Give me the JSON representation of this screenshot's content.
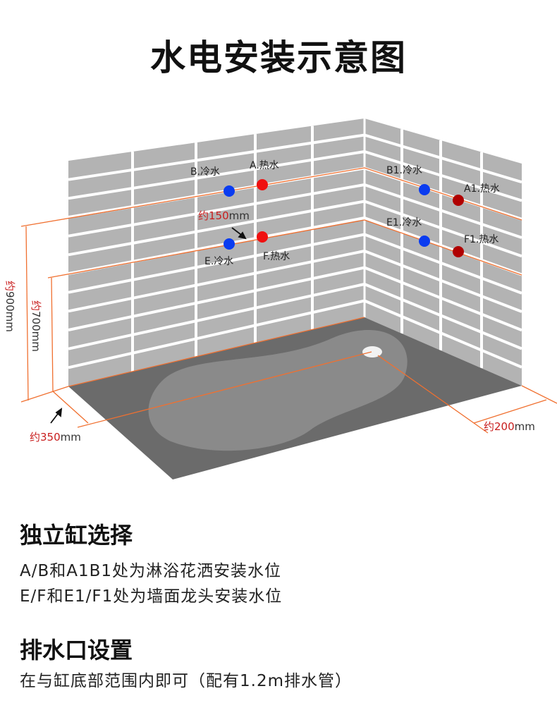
{
  "title": "水电安装示意图",
  "diagram": {
    "points": {
      "B": "B.冷水",
      "A": "A.热水",
      "E": "E.冷水",
      "F": "F.热水",
      "B1": "B1.冷水",
      "A1": "A1.热水",
      "E1": "E1.冷水",
      "F1": "F1.热水"
    },
    "dims": {
      "d150_prefix": "约150",
      "d150_unit": "mm",
      "d900_prefix": "约",
      "d900_value": "900mm",
      "d700_prefix": "约",
      "d700_value": "700mm",
      "d350_prefix": "约350",
      "d350_unit": "mm",
      "d200_prefix": "约200",
      "d200_unit": "mm"
    },
    "colors": {
      "cold": "#0a3cf0",
      "hot": "#f01010",
      "hot_dark": "#b00000",
      "line": "#f07030",
      "wall": "#b3b3b3",
      "floor": "#6b6b6b"
    }
  },
  "section1": {
    "heading": "独立缸选择",
    "lines": [
      "A/B和A1B1处为淋浴花洒安装水位",
      "E/F和E1/F1处为墙面龙头安装水位"
    ]
  },
  "section2": {
    "heading": "排水口设置",
    "lines": [
      "在与缸底部范围内即可（配有1.2m排水管）"
    ]
  }
}
